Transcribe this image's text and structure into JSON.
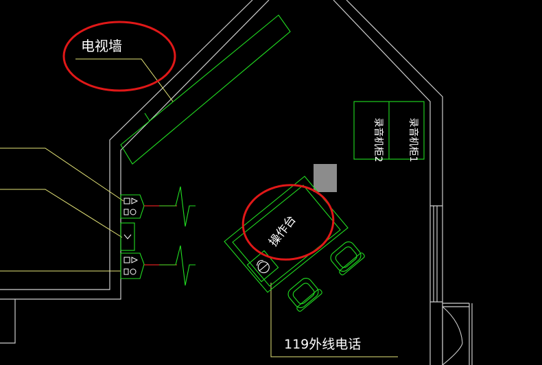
{
  "labels": {
    "tv_wall": "电视墙",
    "console": "操作台",
    "cabinet_1": "录音机柜1",
    "cabinet_2": "录音机柜2",
    "external_phone": "119外线电话"
  },
  "colors": {
    "background": "#000000",
    "wall": "#cfcfcf",
    "green": "#22e022",
    "leader": "#e8e87a",
    "highlight": "#e01818",
    "red_line": "#dd2020",
    "gray_box": "#8c8c8c",
    "text": "#ffffff"
  },
  "icons": {
    "outlet": "socket-outlet-icon",
    "signal": "signal-waveform-icon",
    "chair": "office-chair-icon",
    "phone": "telephone-icon",
    "door": "door-swing-icon"
  }
}
